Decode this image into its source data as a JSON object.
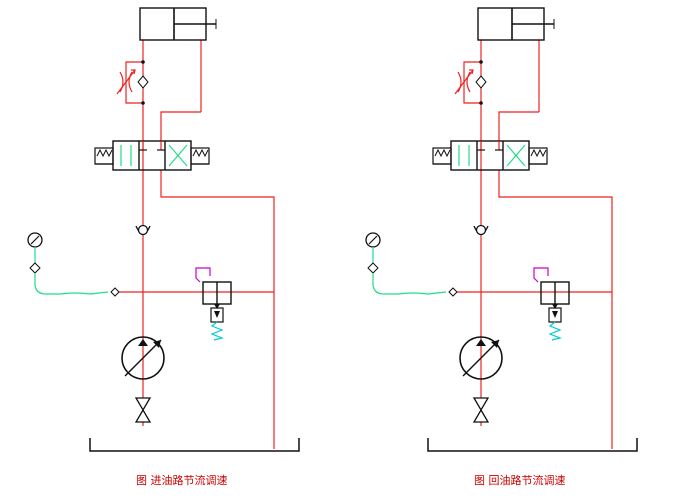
{
  "colors": {
    "oil_line": "#ee2222",
    "component": "#111111",
    "gauge_line": "#22dd88",
    "drain_line": "#cc00cc",
    "spring": "#00cccc",
    "caption": "#cc0000"
  },
  "circuits": [
    {
      "caption": "图    进油路节流调速",
      "components": [
        "hydraulic-cylinder",
        "throttle-valve",
        "check-valve",
        "directional-valve",
        "pressure-gauge",
        "relief-valve",
        "hydraulic-pump",
        "stop-valve",
        "oil-tank"
      ]
    },
    {
      "caption": "图    回油路节流调速",
      "components": [
        "hydraulic-cylinder",
        "throttle-valve",
        "check-valve",
        "directional-valve",
        "pressure-gauge",
        "relief-valve",
        "hydraulic-pump",
        "stop-valve",
        "oil-tank"
      ]
    }
  ]
}
